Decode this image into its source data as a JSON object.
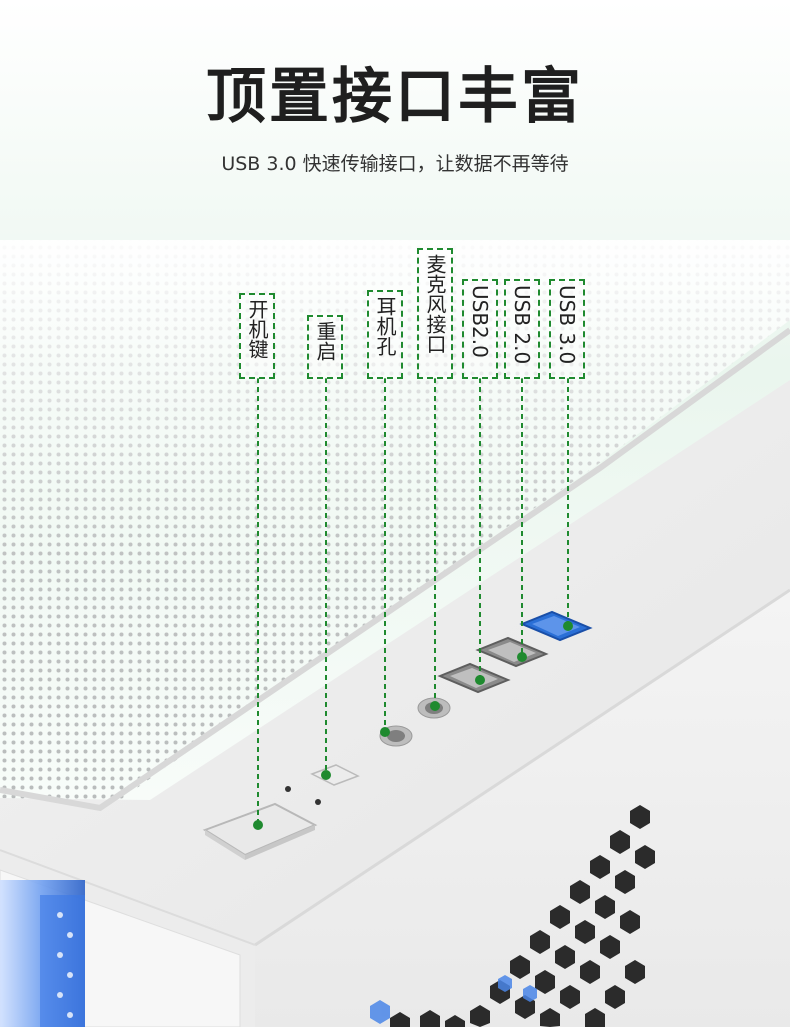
{
  "header": {
    "title": "顶置接口丰富",
    "subtitle": "USB 3.0  快速传输接口，让数据不再等待"
  },
  "labels": [
    "开机键",
    "重启",
    "耳机孔",
    "麦克风接口",
    "USB2.0",
    "USB 2.0",
    "USB 3.0"
  ],
  "colors": {
    "accent": "#1f8a2f",
    "usb3_port": "#2a6fd6",
    "case_white": "#f7f7f7",
    "fan_light": "#4a86e8"
  },
  "icons": [
    "power-icon",
    "reset-icon",
    "headphone-icon",
    "microphone-icon",
    "usb-icon"
  ]
}
